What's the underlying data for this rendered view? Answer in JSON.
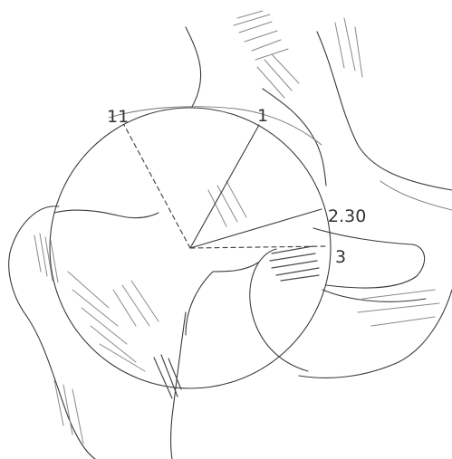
{
  "labels": {
    "eleven": "11",
    "one": "1",
    "two_thirty": "2.30",
    "three": "3"
  },
  "colors": {
    "paper": "#ffffff",
    "pencil": "#3a3a3a",
    "shading": "#8a8a8a"
  }
}
